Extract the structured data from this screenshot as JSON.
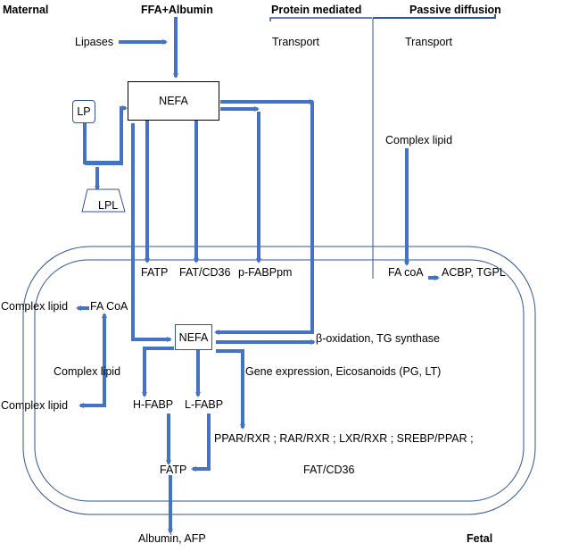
{
  "colors": {
    "arrow": "#4472c4",
    "arrow_dark": "#2f5597",
    "membrane": "#2f5597",
    "text": "#000000"
  },
  "headers": {
    "maternal": "Maternal",
    "ffa_albumin": "FFA+Albumin",
    "protein_mediated": "Protein mediated",
    "passive_diffusion": "Passive diffusion",
    "transport_left": "Transport",
    "transport_right": "Transport",
    "fetal": "Fetal"
  },
  "maternal_side": {
    "lipases": "Lipases",
    "nefa_top": "NEFA",
    "lp": "LP",
    "lpl": "LPL",
    "complex_lipid": "Complex lipid"
  },
  "membrane_labels": {
    "fatp": "FATP",
    "fat_cd36": "FAT/CD36",
    "p_fabppm": "p-FABPpm",
    "fa_coa": "FA coA",
    "acbp_tgpl": "ACBP, TGPL"
  },
  "fetal_side": {
    "complex_lipid_1": "Complex lipid",
    "fa_coa": "FA CoA",
    "complex_lipid_2": "Complex lipid",
    "complex_lipid_3": "Complex lipid",
    "nefa_inner": "NEFA",
    "beta_oxidation": "β-oxidation, TG synthase",
    "gene_expression": "Gene expression, Eicosanoids (PG, LT)",
    "h_fabp": "H-FABP",
    "l_fabp": "L-FABP",
    "receptors": "PPAR/RXR ; RAR/RXR ; LXR/RXR ; SREBP/PPAR ;",
    "fatp_inner": "FATP",
    "fat_cd36_inner": "FAT/CD36",
    "albumin_afp": "Albumin, AFP"
  }
}
